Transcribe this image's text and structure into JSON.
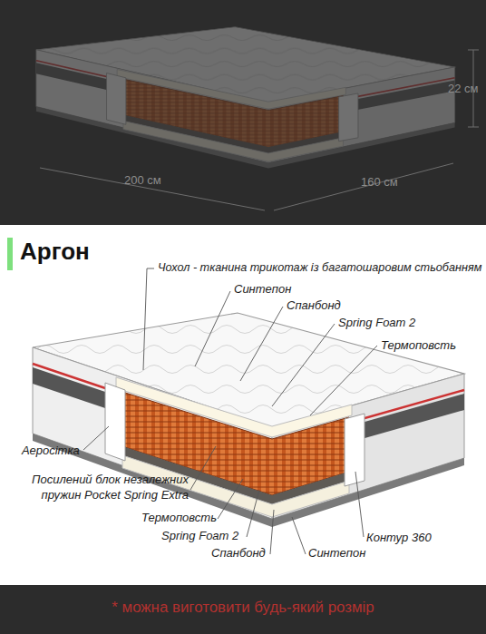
{
  "diagram": {
    "title": "Аргон",
    "labels": [
      "22 см",
      "200 см",
      "160 см",
      "Чохол - тканина трикотаж із багатошаровим стьобанням",
      "Синтепон",
      "Спанбонд",
      "Spring Foam 2",
      "Термоповсть",
      "Аеросітка",
      "Посилений блок незалежних пружин Pocket Spring Extra",
      "Термоповсть",
      "Spring Foam 2",
      "Спанбонд",
      "Синтепон",
      "Контур 360",
      "* можна виготовити будь-який розмір"
    ]
  }
}
